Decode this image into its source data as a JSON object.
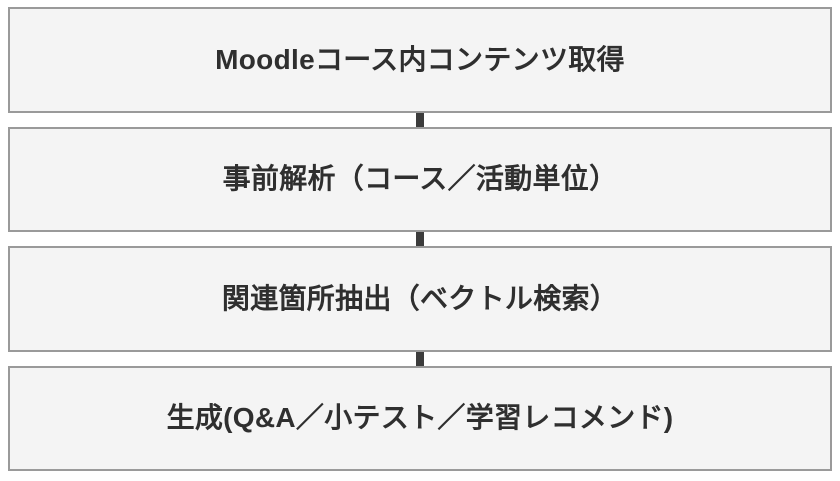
{
  "diagram": {
    "title": "Moodle content pipeline flowchart",
    "type": "vertical-flowchart",
    "orientation": "top-to-bottom",
    "colors": {
      "page_background": "#ffffff",
      "node_fill": "#f4f4f4",
      "node_border": "#9a9a9a",
      "text": "#2f2f2f",
      "connector": "#3c3c3c"
    },
    "nodes": [
      {
        "id": "step-1",
        "label": "Moodleコース内コンテンツ取得"
      },
      {
        "id": "step-2",
        "label": "事前解析（コース／活動単位）"
      },
      {
        "id": "step-3",
        "label": "関連箇所抽出（ベクトル検索）"
      },
      {
        "id": "step-4",
        "label": "生成(Q&A／小テスト／学習レコメンド)"
      }
    ],
    "connectors": [
      {
        "id": "connector-1-2",
        "from": "step-1",
        "to": "step-2",
        "shape": "vertical-bar"
      },
      {
        "id": "connector-2-3",
        "from": "step-2",
        "to": "step-3",
        "shape": "vertical-bar"
      },
      {
        "id": "connector-3-4",
        "from": "step-3",
        "to": "step-4",
        "shape": "vertical-bar"
      }
    ]
  }
}
